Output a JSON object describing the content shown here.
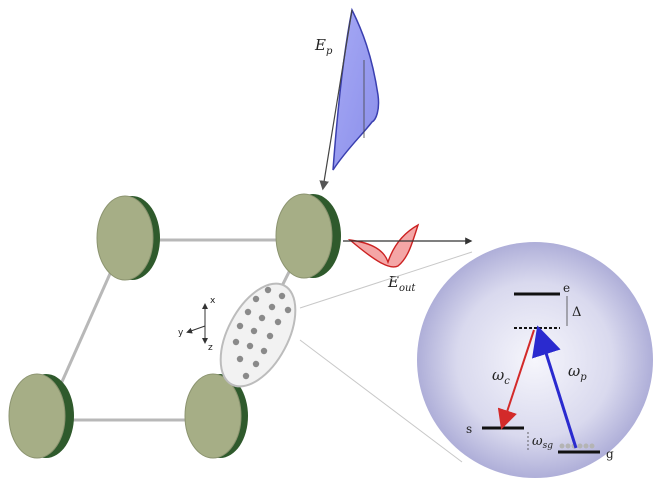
{
  "labels": {
    "pulse_in": "E",
    "pulse_in_sub": "p",
    "pulse_out": "E",
    "pulse_out_sub": "out",
    "axis_x": "x",
    "axis_y": "y",
    "axis_z": "z",
    "level_e": "e",
    "level_s": "s",
    "level_g": "g",
    "detuning": "Δ",
    "omega_c": "ω",
    "omega_c_sub": "c",
    "omega_p": "ω",
    "omega_p_sub": "p",
    "omega_sg": "ω",
    "omega_sg_sub": "sg"
  },
  "colors": {
    "mirror_face": "#a6ae86",
    "mirror_edge": "#2f5a2c",
    "cavity_path": "#b8b8b8",
    "pulse_in_fill": "#9a9ef2",
    "pulse_in_stroke": "#3a3fb0",
    "pulse_out_fill": "#f4a6a6",
    "pulse_out_stroke": "#cc2222",
    "inset_center": "#f4f4fb",
    "inset_edge": "#a4a4d4",
    "coupling_arrow": "#d32a2a",
    "probe_arrow": "#2a2acf"
  }
}
